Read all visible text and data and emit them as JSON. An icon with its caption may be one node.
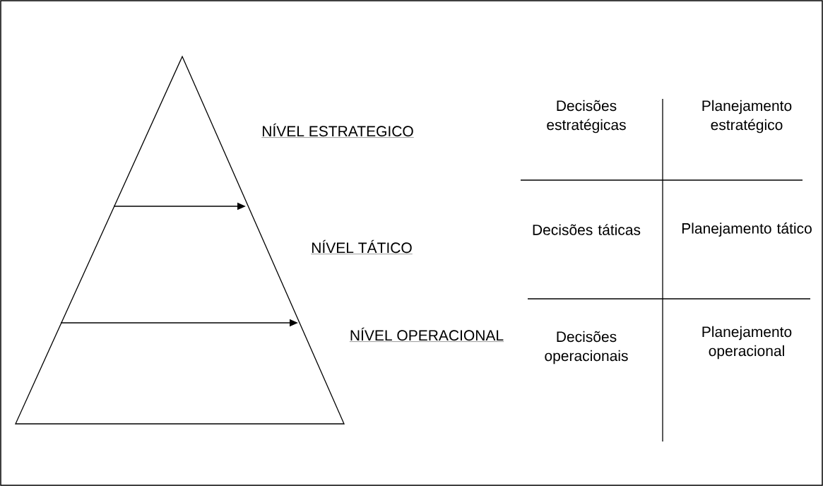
{
  "diagram": {
    "labels": [
      "NÍVEL ESTRATEGICO",
      "NÍVEL TÁTICO",
      "NÍVEL OPERACIONAL",
      "Decisões estratégicas",
      "Planejamento estratégico",
      "Decisões táticas",
      "Planejamento tático",
      "Decisões operacionais",
      "Planejamento operacional"
    ]
  }
}
